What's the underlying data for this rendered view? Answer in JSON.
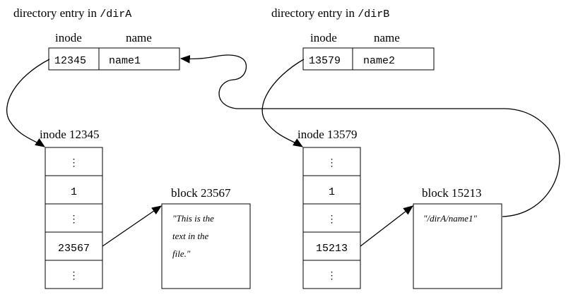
{
  "dirA": {
    "caption_text": "directory entry in ",
    "caption_path": "/dirA",
    "col_inode": "inode",
    "col_name": "name",
    "inode_value": "12345",
    "name_value": "name1"
  },
  "dirB": {
    "caption_text": "directory entry in ",
    "caption_path": "/dirB",
    "col_inode": "inode",
    "col_name": "name",
    "inode_value": "13579",
    "name_value": "name2"
  },
  "inodeA": {
    "title": "inode 12345",
    "cells": [
      "⋮",
      "1",
      "⋮",
      "23567",
      "⋮"
    ]
  },
  "inodeB": {
    "title": "inode 13579",
    "cells": [
      "⋮",
      "1",
      "⋮",
      "15213",
      "⋮"
    ]
  },
  "blockA": {
    "title": "block 23567",
    "lines": [
      "\"This is the",
      "text in the",
      "file.\""
    ]
  },
  "blockB": {
    "title": "block 15213",
    "lines": [
      "\"/dirA/name1\""
    ]
  }
}
